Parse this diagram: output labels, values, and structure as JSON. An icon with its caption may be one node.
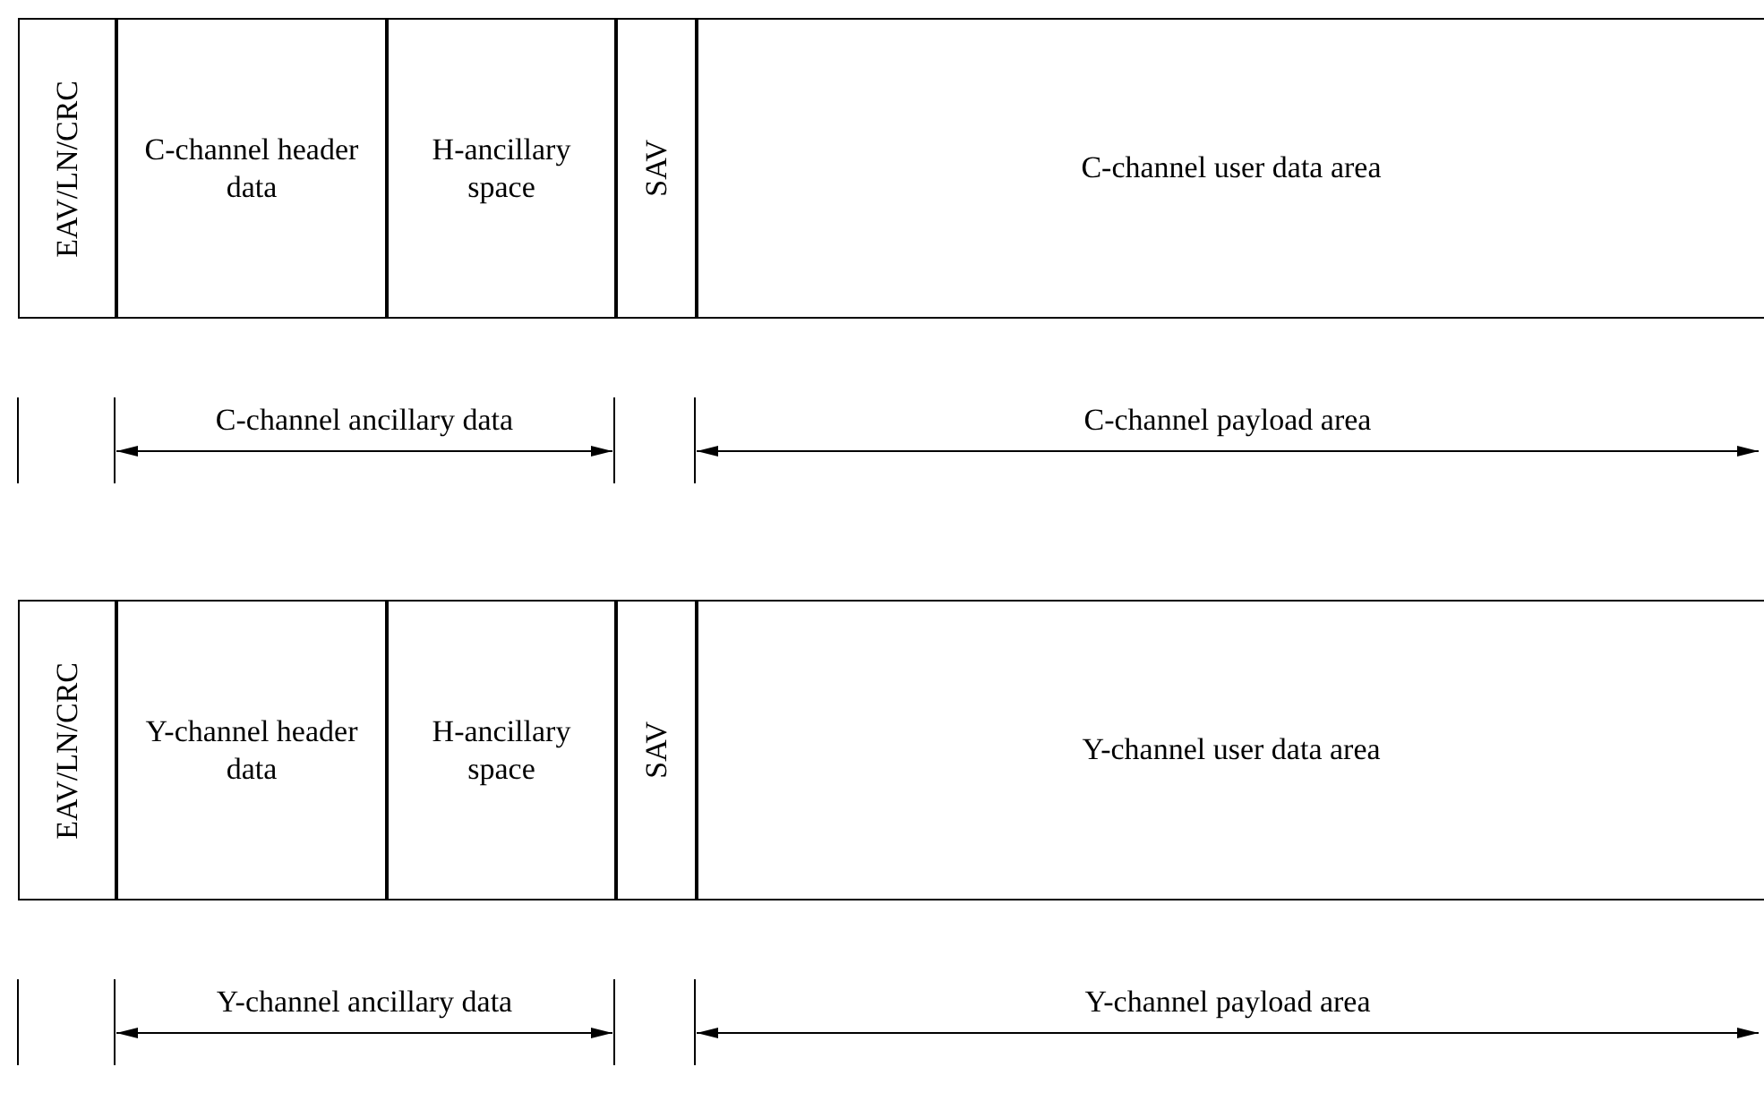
{
  "diagram": {
    "nodes": [
      {
        "text": [
          "EAV/LN/CRC"
        ]
      },
      {
        "text": [
          "C-channel header data"
        ]
      },
      {
        "text": [
          "H-ancillary space"
        ]
      },
      {
        "text": [
          "SAV"
        ]
      },
      {
        "text": [
          "C-channel user data area"
        ]
      },
      {
        "text": [
          "EAV/LN/CRC"
        ]
      },
      {
        "text": [
          "Y-channel header data"
        ]
      },
      {
        "text": [
          "H-ancillary space"
        ]
      },
      {
        "text": [
          "SAV"
        ]
      },
      {
        "text": [
          "Y-channel user data area"
        ]
      }
    ],
    "labels": [
      "C-channel ancillary data",
      "C-channel payload area",
      "Y-channel ancillary data",
      "Y-channel payload area"
    ]
  }
}
